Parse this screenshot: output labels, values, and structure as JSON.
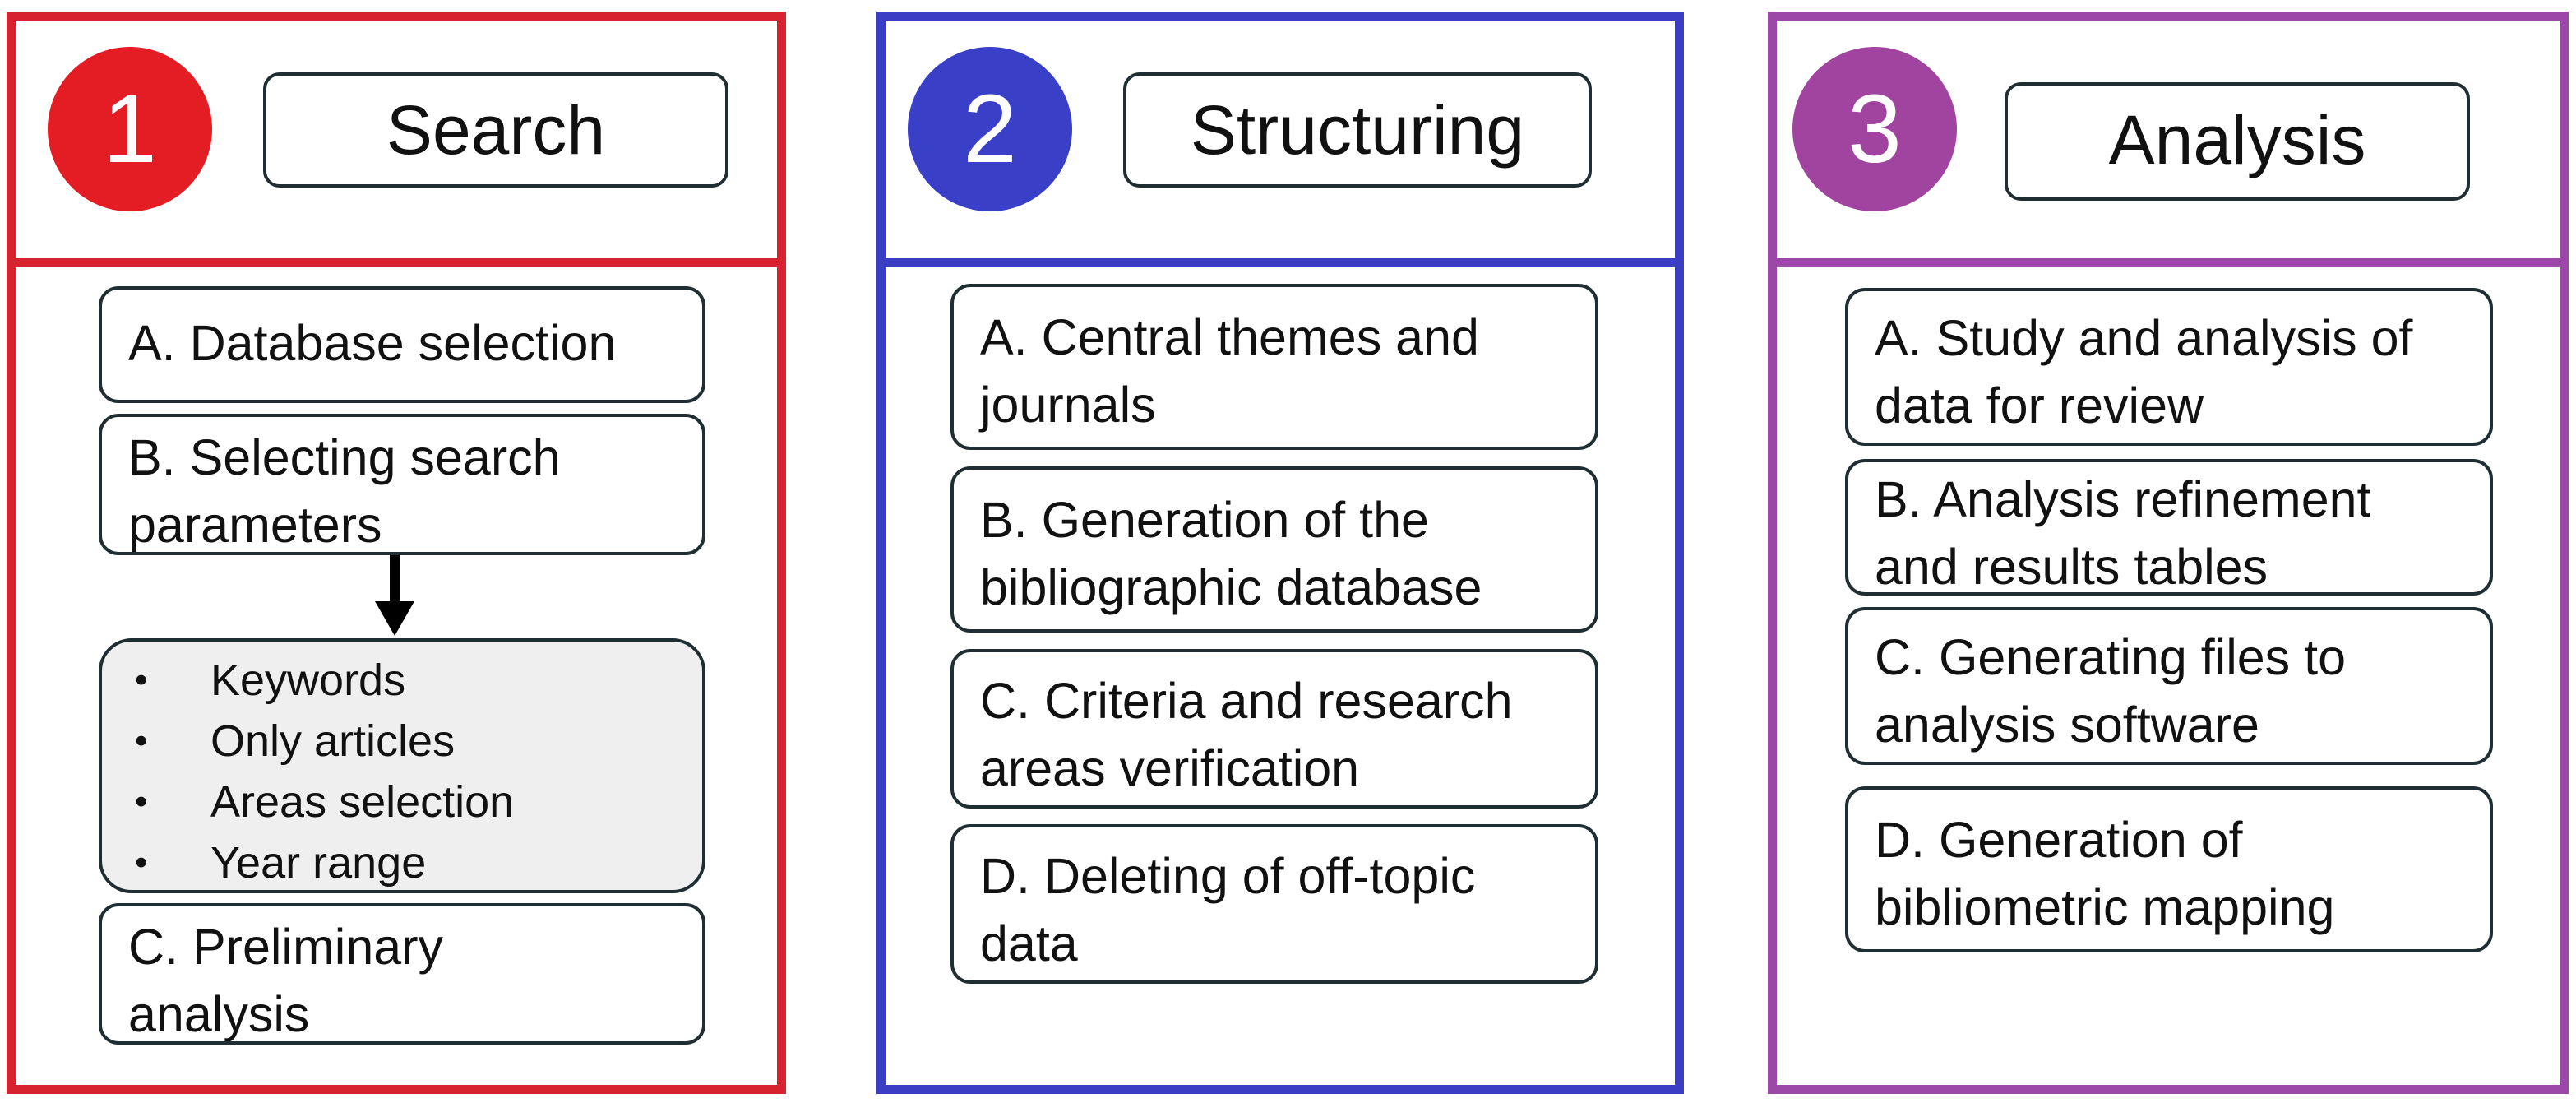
{
  "colors": {
    "phase1": "#d6232f",
    "phase2": "#3b3ec4",
    "phase3": "#9b48a8",
    "box_border": "#1f2e32",
    "sublist_fill": "#efefef"
  },
  "phases": [
    {
      "number": "1",
      "title": "Search",
      "steps": [
        {
          "lines": [
            "A. Database selection"
          ]
        },
        {
          "lines": [
            "B. Selecting search",
            "parameters"
          ]
        },
        {
          "lines": [
            "C. Preliminary",
            "analysis"
          ]
        }
      ],
      "sublist": [
        "Keywords",
        "Only articles",
        "Areas selection",
        "Year range"
      ],
      "bullet": "•"
    },
    {
      "number": "2",
      "title": "Structuring",
      "steps": [
        {
          "lines": [
            "A. Central themes and",
            "journals"
          ]
        },
        {
          "lines": [
            "B. Generation of the",
            "bibliographic database"
          ]
        },
        {
          "lines": [
            "C. Criteria and research",
            "areas verification"
          ]
        },
        {
          "lines": [
            "D. Deleting of off-topic",
            "data"
          ]
        }
      ]
    },
    {
      "number": "3",
      "title": "Analysis",
      "steps": [
        {
          "lines": [
            "A. Study and analysis of",
            "data for review"
          ]
        },
        {
          "lines": [
            "B. Analysis refinement",
            "and results tables"
          ]
        },
        {
          "lines": [
            "C. Generating files to",
            "analysis software"
          ]
        },
        {
          "lines": [
            "D. Generation of",
            "bibliometric mapping"
          ]
        }
      ]
    }
  ]
}
